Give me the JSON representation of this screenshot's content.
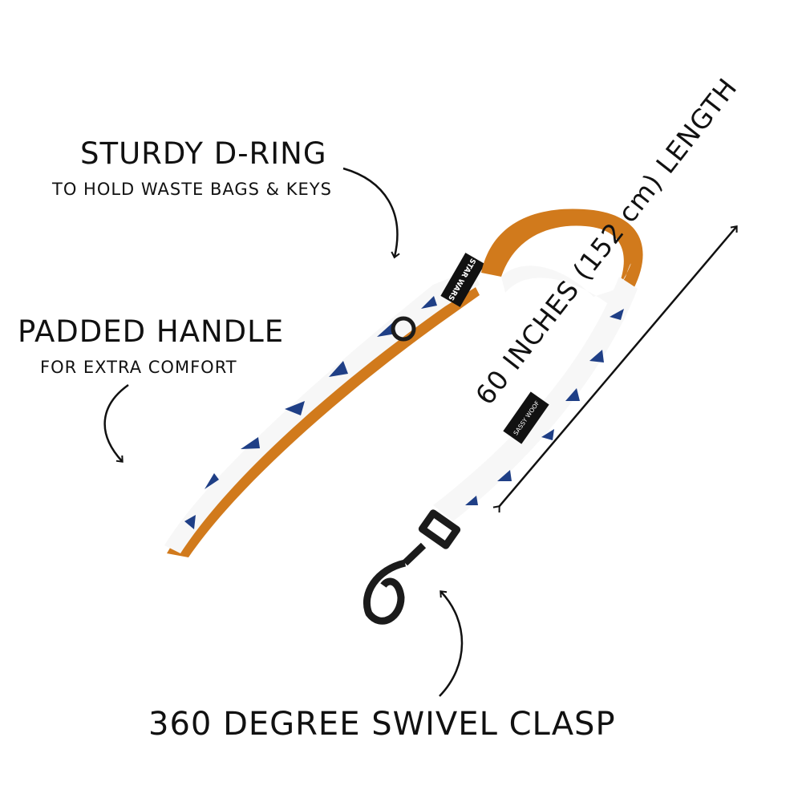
{
  "annotations": {
    "dring_title": "STURDY D-RING",
    "dring_sub": "TO HOLD WASTE BAGS & KEYS",
    "handle_title": "PADDED HANDLE",
    "handle_sub": "FOR EXTRA COMFORT",
    "length": "60 INCHES (152 cm) LENGTH",
    "clasp": "360 DEGREE SWIVEL CLASP"
  },
  "product": {
    "tag_brand_1": "STAR WARS",
    "tag_brand_2": "SASSY WOOF",
    "colors": {
      "strap_white": "#f7f7f7",
      "stripe_blue": "#1f3f86",
      "lining_orange": "#d17a1c",
      "hardware": "#1b1b1b"
    }
  }
}
